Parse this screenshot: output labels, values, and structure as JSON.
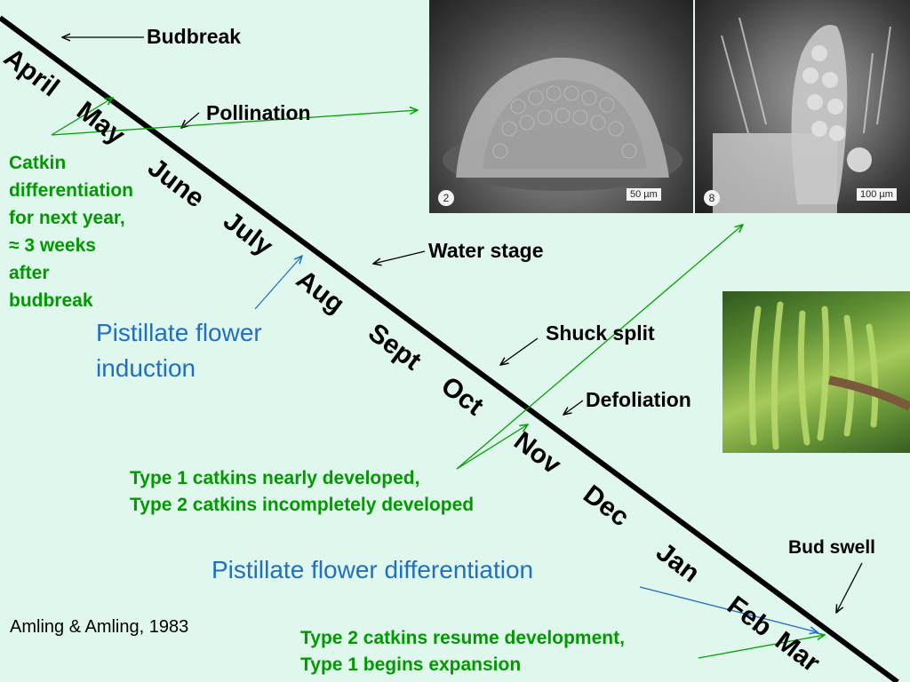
{
  "labels": {
    "budbreak": "Budbreak",
    "pollination": "Pollination",
    "water_stage": "Water stage",
    "shuck_split": "Shuck split",
    "defoliation": "Defoliation",
    "bud_swell": "Bud swell",
    "catkin_diff_lines": [
      "Catkin",
      "differentiation",
      "for next year,",
      "≈ 3 weeks",
      "after",
      "budbreak"
    ],
    "pistillate_induction_lines": [
      "Pistillate flower",
      "induction"
    ],
    "type1_lines": [
      "Type 1 catkins nearly developed,",
      "Type 2 catkins incompletely developed"
    ],
    "pistillate_differentiation": "Pistillate flower differentiation",
    "type2_lines": [
      "Type 2 catkins resume development,",
      "Type 1 begins expansion"
    ],
    "citation": "Amling & Amling, 1983"
  },
  "months": [
    "April",
    "May",
    "June",
    "July",
    "Aug",
    "Sept",
    "Oct",
    "Nov",
    "Dec",
    "Jan",
    "Feb",
    "Mar"
  ],
  "photos": {
    "photo1": {
      "number": "2",
      "scale": "50 µm"
    },
    "photo2": {
      "number": "8",
      "scale": "100 µm"
    }
  },
  "colors": {
    "background": "#e0f7ee",
    "timeline": "#000000",
    "green_text": "#009900",
    "blue_text": "#1f6fc5"
  }
}
